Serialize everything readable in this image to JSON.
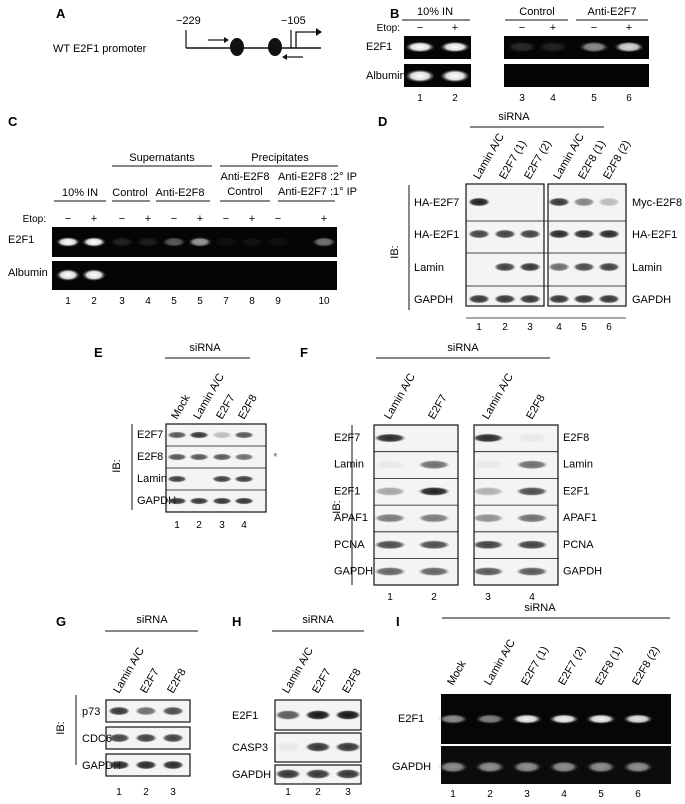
{
  "panels": [
    "A",
    "B",
    "C",
    "D",
    "E",
    "F",
    "G",
    "H",
    "I"
  ],
  "A": {
    "promoter_label": "WT E2F1 promoter",
    "pos_left": "−229",
    "pos_right": "−105"
  },
  "B": {
    "input_header": "10% IN",
    "control_header": "Control",
    "anti_header": "Anti-E2F7",
    "etop_label": "Etop:",
    "etop": [
      "−",
      "+",
      "−",
      "+",
      "−",
      "+"
    ],
    "rows": [
      "E2F1",
      "Albumin"
    ],
    "lanes": [
      "1",
      "2",
      "3",
      "4",
      "5",
      "6"
    ]
  },
  "C": {
    "supernatants": "Supernatants",
    "precipitates": "Precipitates",
    "input_header": "10% IN",
    "control": "Control",
    "anti_e2f8": "Anti-E2F8",
    "precip_control_1": "Anti-E2F8",
    "precip_control_2": "Control",
    "ip2": "Anti-E2F8 :2° IP",
    "ip1": "Anti-E2F7 :1° IP",
    "etop_label": "Etop:",
    "etop": [
      "−",
      "+",
      "−",
      "+",
      "−",
      "+",
      "−",
      "+",
      "−",
      "+"
    ],
    "rows": [
      "E2F1",
      "Albumin"
    ],
    "lanes": [
      "1",
      "2",
      "3",
      "4",
      "5",
      "5",
      "7",
      "8",
      "9",
      "10"
    ]
  },
  "D": {
    "header": "siRNA",
    "cols": [
      "Lamin A/C",
      "E2F7 (1)",
      "E2F7 (2)",
      "Lamin A/C",
      "E2F8 (1)",
      "E2F8 (2)"
    ],
    "ib": "IB:",
    "left_rows": [
      "HA-E2F7",
      "HA-E2F1",
      "Lamin",
      "GAPDH"
    ],
    "right_rows": [
      "Myc-E2F8",
      "HA-E2F1",
      "Lamin",
      "GAPDH"
    ],
    "lanes": [
      "1",
      "2",
      "3",
      "4",
      "5",
      "6"
    ]
  },
  "E": {
    "header": "siRNA",
    "cols": [
      "Mock",
      "Lamin A/C",
      "E2F7",
      "E2F8"
    ],
    "ib": "IB:",
    "rows": [
      "E2F7",
      "E2F8",
      "Lamin",
      "GAPDH"
    ],
    "asterisk": "*",
    "lanes": [
      "1",
      "2",
      "3",
      "4"
    ]
  },
  "F": {
    "header": "siRNA",
    "cols": [
      "Lamin A/C",
      "E2F7",
      "Lamin A/C",
      "E2F8"
    ],
    "ib": "IB:",
    "left_rows": [
      "E2F7",
      "Lamin",
      "E2F1",
      "APAF1",
      "PCNA",
      "GAPDH"
    ],
    "right_rows": [
      "E2F8",
      "Lamin",
      "E2F1",
      "APAF1",
      "PCNA",
      "GAPDH"
    ],
    "lanes": [
      "1",
      "2",
      "3",
      "4"
    ]
  },
  "G": {
    "header": "siRNA",
    "cols": [
      "Lamin A/C",
      "E2F7",
      "E2F8"
    ],
    "ib": "IB:",
    "rows": [
      "p73",
      "CDC6",
      "GAPDH"
    ],
    "lanes": [
      "1",
      "2",
      "3"
    ]
  },
  "H": {
    "header": "siRNA",
    "cols": [
      "Lamin A/C",
      "E2F7",
      "E2F8"
    ],
    "rows": [
      "E2F1",
      "CASP3",
      "GAPDH"
    ],
    "lanes": [
      "1",
      "2",
      "3"
    ]
  },
  "I": {
    "header": "siRNA",
    "cols": [
      "Mock",
      "Lamin A/C",
      "E2F7 (1)",
      "E2F7 (2)",
      "E2F8 (1)",
      "E2F8 (2)"
    ],
    "rows": [
      "E2F1",
      "GAPDH"
    ],
    "lanes": [
      "1",
      "2",
      "3",
      "4",
      "5",
      "6"
    ]
  }
}
